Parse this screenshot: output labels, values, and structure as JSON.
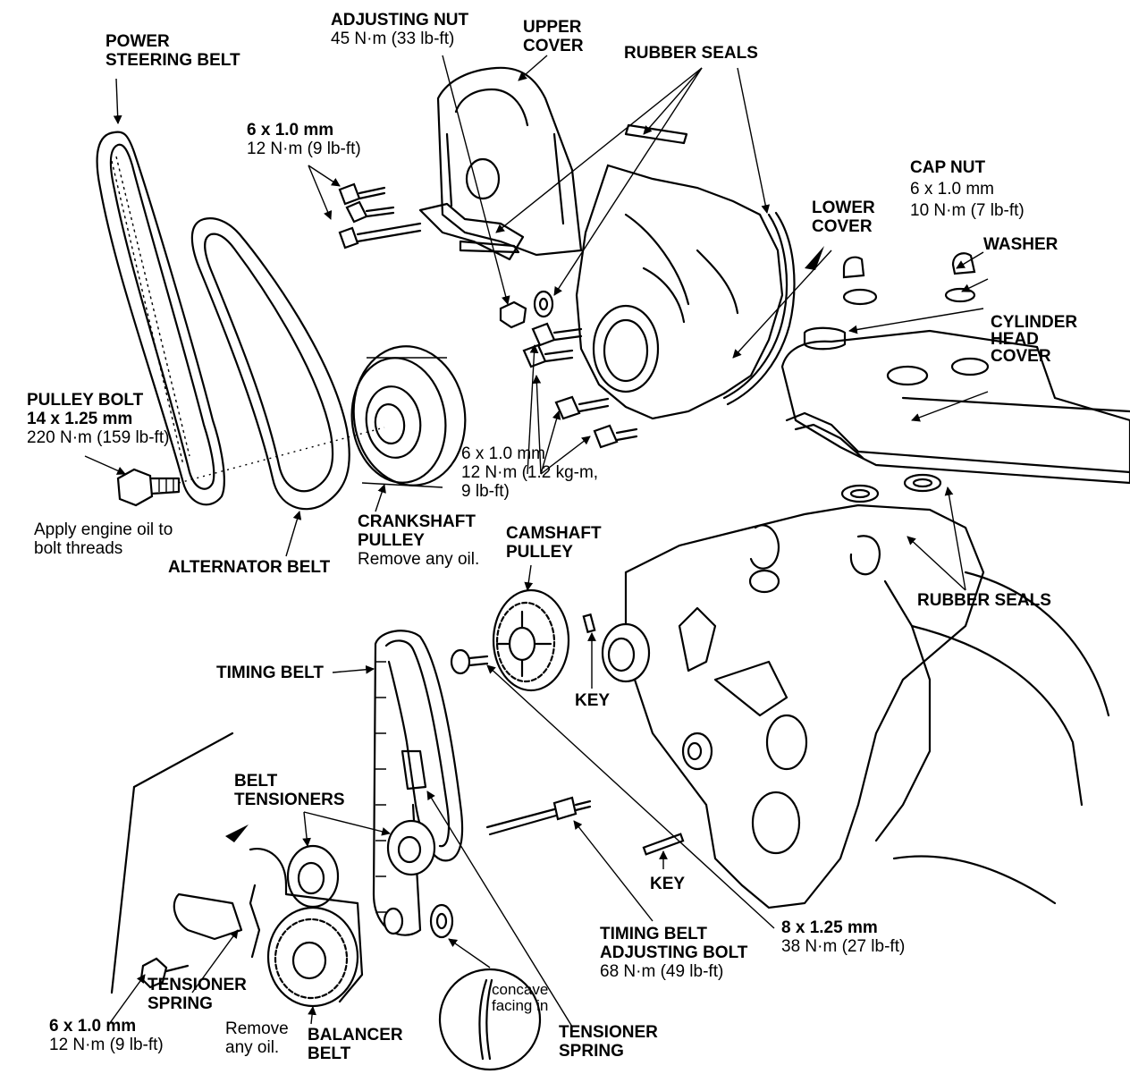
{
  "labels": {
    "power_steering_belt": [
      "POWER",
      "STEERING BELT"
    ],
    "adjusting_nut": {
      "title": "ADJUSTING NUT",
      "spec": "45 N·m (33 lb-ft)"
    },
    "upper_cover": [
      "UPPER",
      "COVER"
    ],
    "rubber_seals_top": "RUBBER SEALS",
    "bolt_6x1_top": {
      "title": "6 x 1.0 mm",
      "spec": "12 N·m (9 lb-ft)"
    },
    "cap_nut": [
      "CAP NUT",
      "6 x 1.0 mm",
      "10 N·m (7 lb-ft)"
    ],
    "lower_cover": [
      "LOWER",
      "COVER"
    ],
    "washer": "WASHER",
    "cylinder_head_cover": [
      "CYLINDER",
      "HEAD",
      "COVER"
    ],
    "pulley_bolt": [
      "PULLEY BOLT",
      "14 x 1.25 mm",
      "220 N·m (159 lb-ft)"
    ],
    "bolt_6x1_mid": [
      "6 x 1.0 mm",
      "12 N·m (1.2 kg-m,",
      "9 lb-ft)"
    ],
    "apply_oil": [
      "Apply engine oil to",
      "bolt threads"
    ],
    "crankshaft_pulley": [
      "CRANKSHAFT",
      "PULLEY",
      "Remove any oil."
    ],
    "alternator_belt": "ALTERNATOR BELT",
    "camshaft_pulley": [
      "CAMSHAFT",
      "PULLEY"
    ],
    "rubber_seals_right": "RUBBER SEALS",
    "timing_belt": "TIMING BELT",
    "key_upper": "KEY",
    "belt_tensioners": [
      "BELT",
      "TENSIONERS"
    ],
    "key_lower": "KEY",
    "bolt_8x125": [
      "8 x 1.25 mm",
      "38 N·m (27 lb-ft)"
    ],
    "timing_belt_adjusting_bolt": [
      "TIMING BELT",
      "ADJUSTING BOLT",
      "68 N·m (49 lb-ft)"
    ],
    "tensioner_spring_left": [
      "TENSIONER",
      "SPRING"
    ],
    "concave": [
      "concave",
      "facing in"
    ],
    "tensioner_spring_right": [
      "TENSIONER",
      "SPRING"
    ],
    "bolt_6x1_bottom": [
      "6 x 1.0 mm",
      "12 N·m (9 lb-ft)"
    ],
    "remove_oil": [
      "Remove",
      "any oil."
    ],
    "balancer_belt": [
      "BALANCER",
      "BELT"
    ]
  }
}
